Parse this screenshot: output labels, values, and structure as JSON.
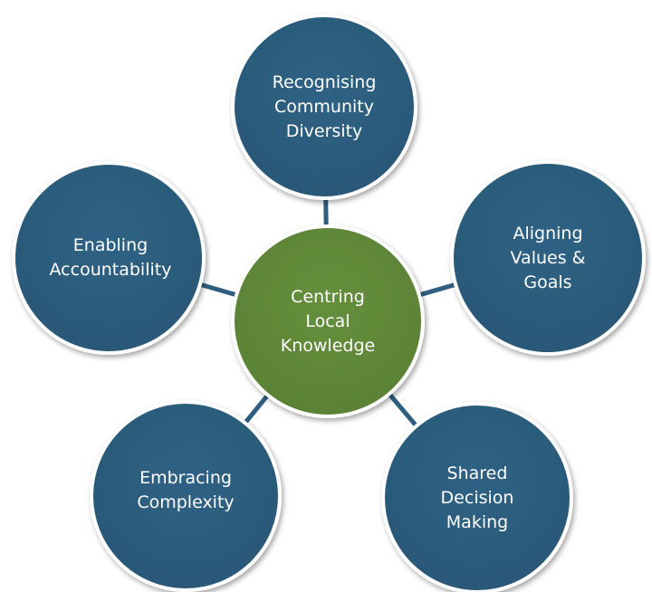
{
  "colors": {
    "outer": "#2e5f80",
    "center": "#628a3a",
    "connector": "#2e5f80",
    "border": "#ffffff"
  },
  "center": {
    "label": "Centring\nLocal\nKnowledge"
  },
  "nodes": [
    {
      "label": "Recognising\nCommunity\nDiversity"
    },
    {
      "label": "Aligning\nValues &\nGoals"
    },
    {
      "label": "Shared\nDecision\nMaking"
    },
    {
      "label": "Embracing\nComplexity"
    },
    {
      "label": "Enabling\nAccountability"
    }
  ]
}
